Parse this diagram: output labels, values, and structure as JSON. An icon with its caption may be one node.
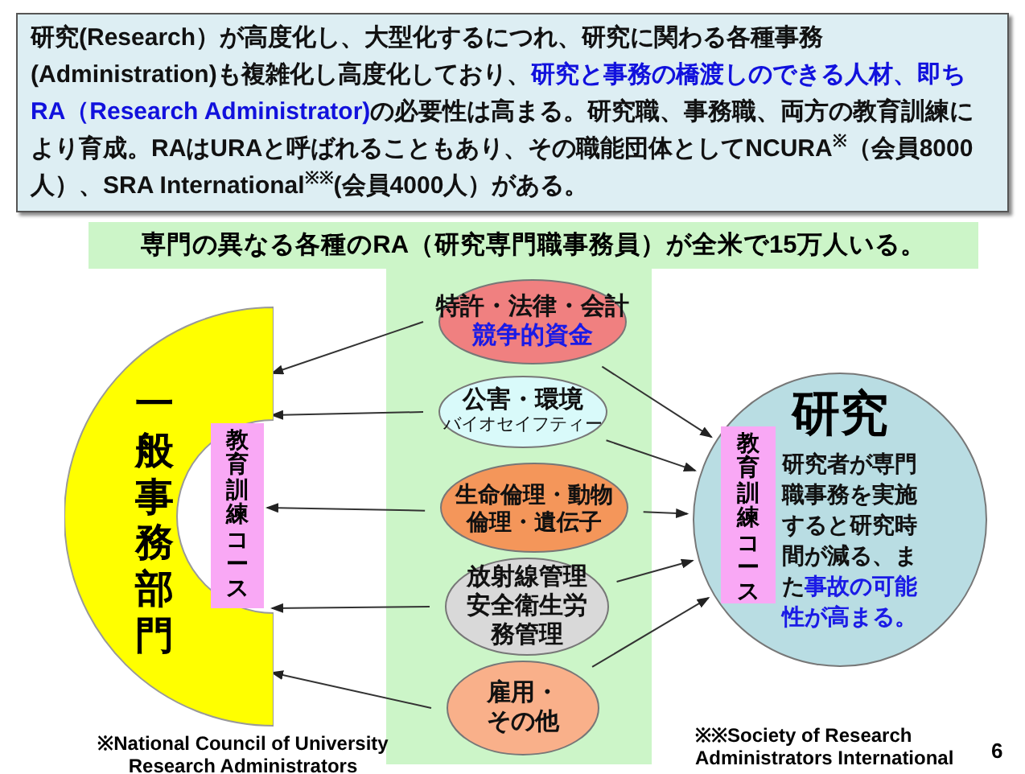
{
  "diagram": {
    "nodes": [
      {
        "text": [
          "研究(Research）が高度化し、大型化するにつれ、研究に関わる各種事務(Administration)も複雑化し高度化しており、",
          "研究と事務の橋渡しのできる人材、即ちRA（Research Administrator)",
          "の必要性は高まる。研究職、事務職、両方の教育訓練により育成。RAはURAと呼ばれることもあり、その職能団体としてNCURA$^{※}$（会員8000人）、SRA International$^{※※}$(会員4000人）がある。"
        ]
      },
      {
        "text": [
          "専門の異なる各種のRA（研究専門職事務員）が全米で15万人いる。"
        ]
      },
      {
        "text": [
          "一般事務部門"
        ]
      },
      {
        "text": [
          "教育訓練コース"
        ],
        "in": 2
      },
      {
        "text": [
          "特許・法律・会計",
          "競争的資金"
        ]
      },
      {
        "text": [
          "公害・環境",
          "バイオセイフティー"
        ]
      },
      {
        "text": [
          "生命倫理・動物倫理・遺伝子"
        ]
      },
      {
        "text": [
          "放射線管理安全衛生労務管理"
        ]
      },
      {
        "text": [
          "雇用・その他"
        ]
      },
      {
        "text": [
          "研究",
          "研究者が専門職事務を実施すると研究時間が減る、また",
          "事故の可能性が高まる。"
        ]
      },
      {
        "text": [
          "教育訓練コース"
        ],
        "in": 9
      }
    ],
    "edges": [
      {
        "from": 4,
        "to": 2,
        "arrow": "to"
      },
      {
        "from": 4,
        "to": 9,
        "arrow": "to"
      },
      {
        "from": 5,
        "to": 2,
        "arrow": "to"
      },
      {
        "from": 5,
        "to": 9,
        "arrow": "to"
      },
      {
        "from": 6,
        "to": 3,
        "arrow": "to"
      },
      {
        "from": 6,
        "to": 9,
        "arrow": "to"
      },
      {
        "from": 7,
        "to": 2,
        "arrow": "to"
      },
      {
        "from": 7,
        "to": 9,
        "arrow": "to"
      },
      {
        "from": 8,
        "to": 2,
        "arrow": "to"
      },
      {
        "from": 8,
        "to": 9,
        "arrow": "to"
      }
    ],
    "labels": [
      "※National Council of University Research Administrators",
      "※※Society of Research Administrators International",
      "6"
    ]
  }
}
